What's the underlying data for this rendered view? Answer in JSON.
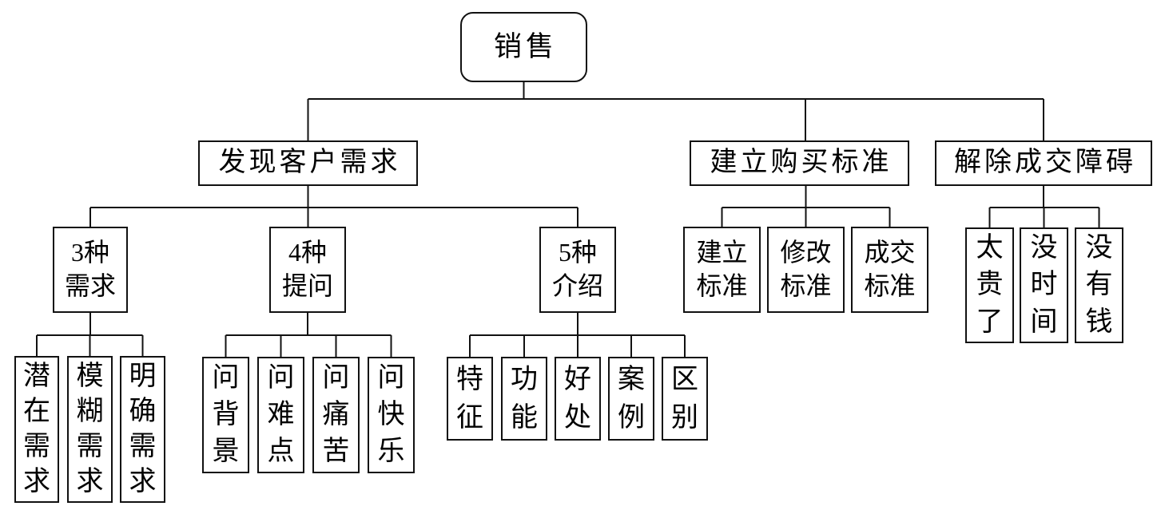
{
  "nodes": {
    "root": "销售",
    "branches": [
      {
        "label": "发现客户需求",
        "children": [
          {
            "label": "3种\n需求",
            "children": [
              "潜在需求",
              "模糊需求",
              "明确需求"
            ]
          },
          {
            "label": "4种\n提问",
            "children": [
              "问背景",
              "问难点",
              "问痛苦",
              "问快乐"
            ]
          },
          {
            "label": "5种\n介绍",
            "children": [
              "特征",
              "功能",
              "好处",
              "案例",
              "区别"
            ]
          }
        ]
      },
      {
        "label": "建立购买标准",
        "children": [
          "建立\n标准",
          "修改\n标准",
          "成交\n标准"
        ]
      },
      {
        "label": "解除成交障碍",
        "children": [
          "太贵了",
          "没时间",
          "没有钱"
        ]
      }
    ]
  },
  "colors": {
    "line": "#111111",
    "text": "#000000",
    "background": "#ffffff"
  }
}
